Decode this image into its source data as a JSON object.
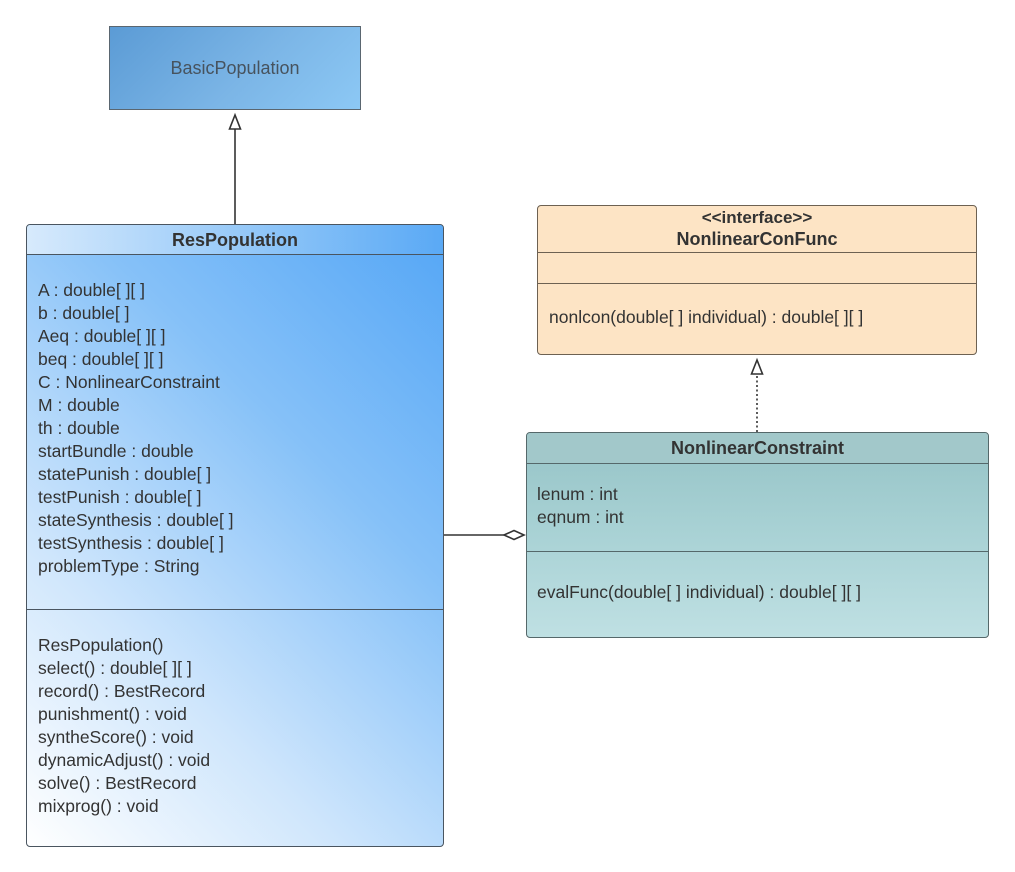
{
  "basic_population": {
    "name": "BasicPopulation"
  },
  "res_population": {
    "name": "ResPopulation",
    "attributes": [
      "A : double[ ][ ]",
      "b : double[ ]",
      "Aeq : double[ ][ ]",
      "beq : double[ ][ ]",
      "C : NonlinearConstraint",
      "M : double",
      "th : double",
      "startBundle : double",
      "statePunish : double[ ]",
      "testPunish : double[ ]",
      "stateSynthesis : double[ ]",
      "testSynthesis : double[ ]",
      "problemType : String"
    ],
    "methods": [
      "ResPopulation()",
      "select() : double[ ][ ]",
      "record() : BestRecord",
      "punishment() : void",
      "syntheScore() : void",
      "dynamicAdjust() : void",
      "solve() : BestRecord",
      "mixprog() : void"
    ]
  },
  "nonlinear_con_func": {
    "stereotype": "<<interface>>",
    "name": "NonlinearConFunc",
    "methods": [
      "nonlcon(double[ ] individual) : double[ ][ ]"
    ]
  },
  "nonlinear_constraint": {
    "name": "NonlinearConstraint",
    "attributes": [
      "lenum : int",
      "eqnum : int"
    ],
    "methods": [
      "evalFunc(double[ ] individual) : double[ ][ ]"
    ]
  }
}
